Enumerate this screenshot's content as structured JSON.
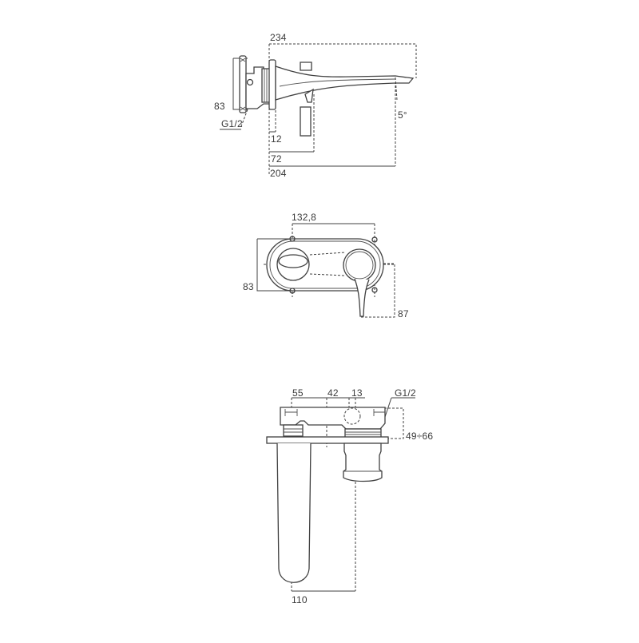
{
  "drawing": {
    "title": "Wall-mounted basin mixer technical drawing",
    "line_color": "#404040",
    "background": "#ffffff"
  },
  "views": {
    "side": {
      "dims": {
        "overall_projection": "234",
        "spout_reach": "204",
        "handle_offset": "72",
        "plate_thickness": "12",
        "body_height": "83",
        "thread": "G1/2",
        "spout_angle": "5°"
      }
    },
    "front": {
      "dims": {
        "fixing_centres": "132,8",
        "plate_height": "83",
        "handle_drop": "87"
      }
    },
    "top": {
      "dims": {
        "offset_a": "55",
        "offset_b": "42",
        "offset_c": "13",
        "thread": "G1/2",
        "wall_depth": "49÷66",
        "spout_length": "110"
      }
    }
  }
}
